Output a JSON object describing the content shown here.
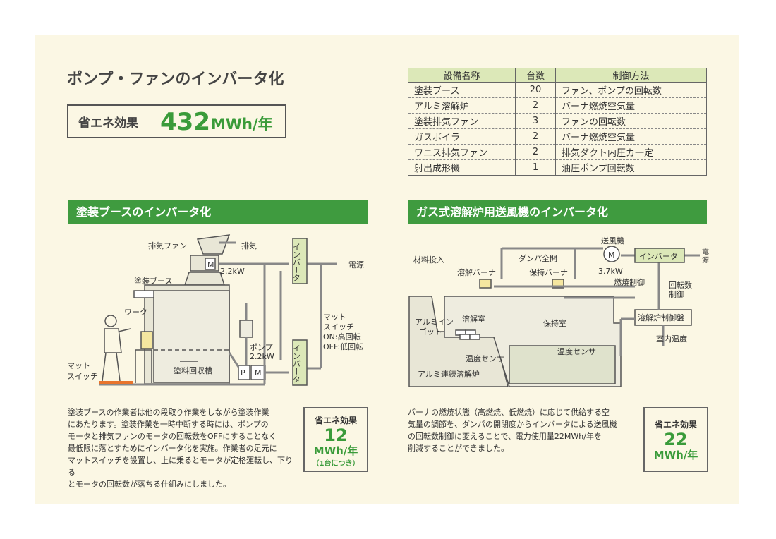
{
  "title": "ポンプ・ファンのインバータ化",
  "total_effect": {
    "label": "省エネ効果",
    "value": "432",
    "unit": "MWh/年"
  },
  "equipment_table": {
    "headers": [
      "設備名称",
      "台数",
      "制御方法"
    ],
    "rows": [
      [
        "塗装ブース",
        "20",
        "ファン、ポンプの回転数"
      ],
      [
        "アルミ溶解炉",
        "2",
        "バーナ燃焼空気量"
      ],
      [
        "塗装排気ファン",
        "3",
        "ファンの回転数"
      ],
      [
        "ガスボイラ",
        "2",
        "バーナ燃焼空気量"
      ],
      [
        "ワニス排気ファン",
        "2",
        "排気ダクト内圧カ一定"
      ],
      [
        "射出成形機",
        "1",
        "油圧ポンプ回転数"
      ]
    ]
  },
  "left": {
    "heading": "塗装ブースのインバータ化",
    "diagram": {
      "exhaust_fan": "排気ファン",
      "exhaust": "排気",
      "fan_kw": "2.2kW",
      "booth": "塗装ブース",
      "work": "ワーク",
      "mat_switch": [
        "マット",
        "スイッチ"
      ],
      "pump": [
        "ポンプ",
        "2.2kW"
      ],
      "recovery_tank": "塗料回収槽",
      "inverter": "インバータ",
      "power": "電源",
      "mat_switch_note": [
        "マット",
        "スイッチ",
        "ON:高回転",
        "OFF:低回転"
      ],
      "motor": "M",
      "pump_p": "P"
    },
    "description": [
      "塗装ブースの作業者は他の段取り作業をしながら塗装作業",
      "にあたります。塗装作業を一時中断する時には、ポンプの",
      "モータと排気ファンのモータの回転数をOFFにすることなく",
      "最低限に落とすためにインバータ化を実施。作業者の足元に",
      "マットスイッチを設置し、上に乗るとモータが定格運転し、下りる",
      "とモータの回転数が落ちる仕組みにしました。"
    ],
    "effect": {
      "label": "省エネ効果",
      "value": "12",
      "unit": "MWh/年",
      "note": "（1台につき）"
    }
  },
  "right": {
    "heading": "ガス式溶解炉用送風機のインバータ化",
    "diagram": {
      "blower": "送風機",
      "inverter": "インバータ",
      "power": [
        "電",
        "源"
      ],
      "blower_kw": "3.7kW",
      "material_input": "材料投入",
      "damper": "ダンパ全開",
      "melt_burner": "溶解バーナ",
      "hold_burner": "保持バーナ",
      "combustion_control": "燃焼制御",
      "rpm_control": [
        "回転数",
        "制御"
      ],
      "melt_chamber": "溶解室",
      "hold_chamber": "保持室",
      "ingot": [
        "アルミイン",
        "ゴット"
      ],
      "control_panel": "溶解炉制御盤",
      "room_temp": "室内温度",
      "temp_sensor": "温度センサ",
      "furnace": "アルミ連続溶解炉",
      "motor": "M"
    },
    "description": [
      "バーナの燃焼状態（高燃焼、低燃焼）に応じて供給する空",
      "気量の調節を、ダンパの開閉度からインバータによる送風機",
      "の回転数制御に変えることで、電力使用量22MWh/年を",
      "削減することができました。"
    ],
    "effect": {
      "label": "省エネ効果",
      "value": "22",
      "unit": "MWh/年"
    }
  },
  "colors": {
    "accent_green": "#3f9b3f",
    "inverter_fill": "#dce8b8",
    "panel_bg": "#fbf7e4",
    "mat_orange": "#e8742c"
  }
}
